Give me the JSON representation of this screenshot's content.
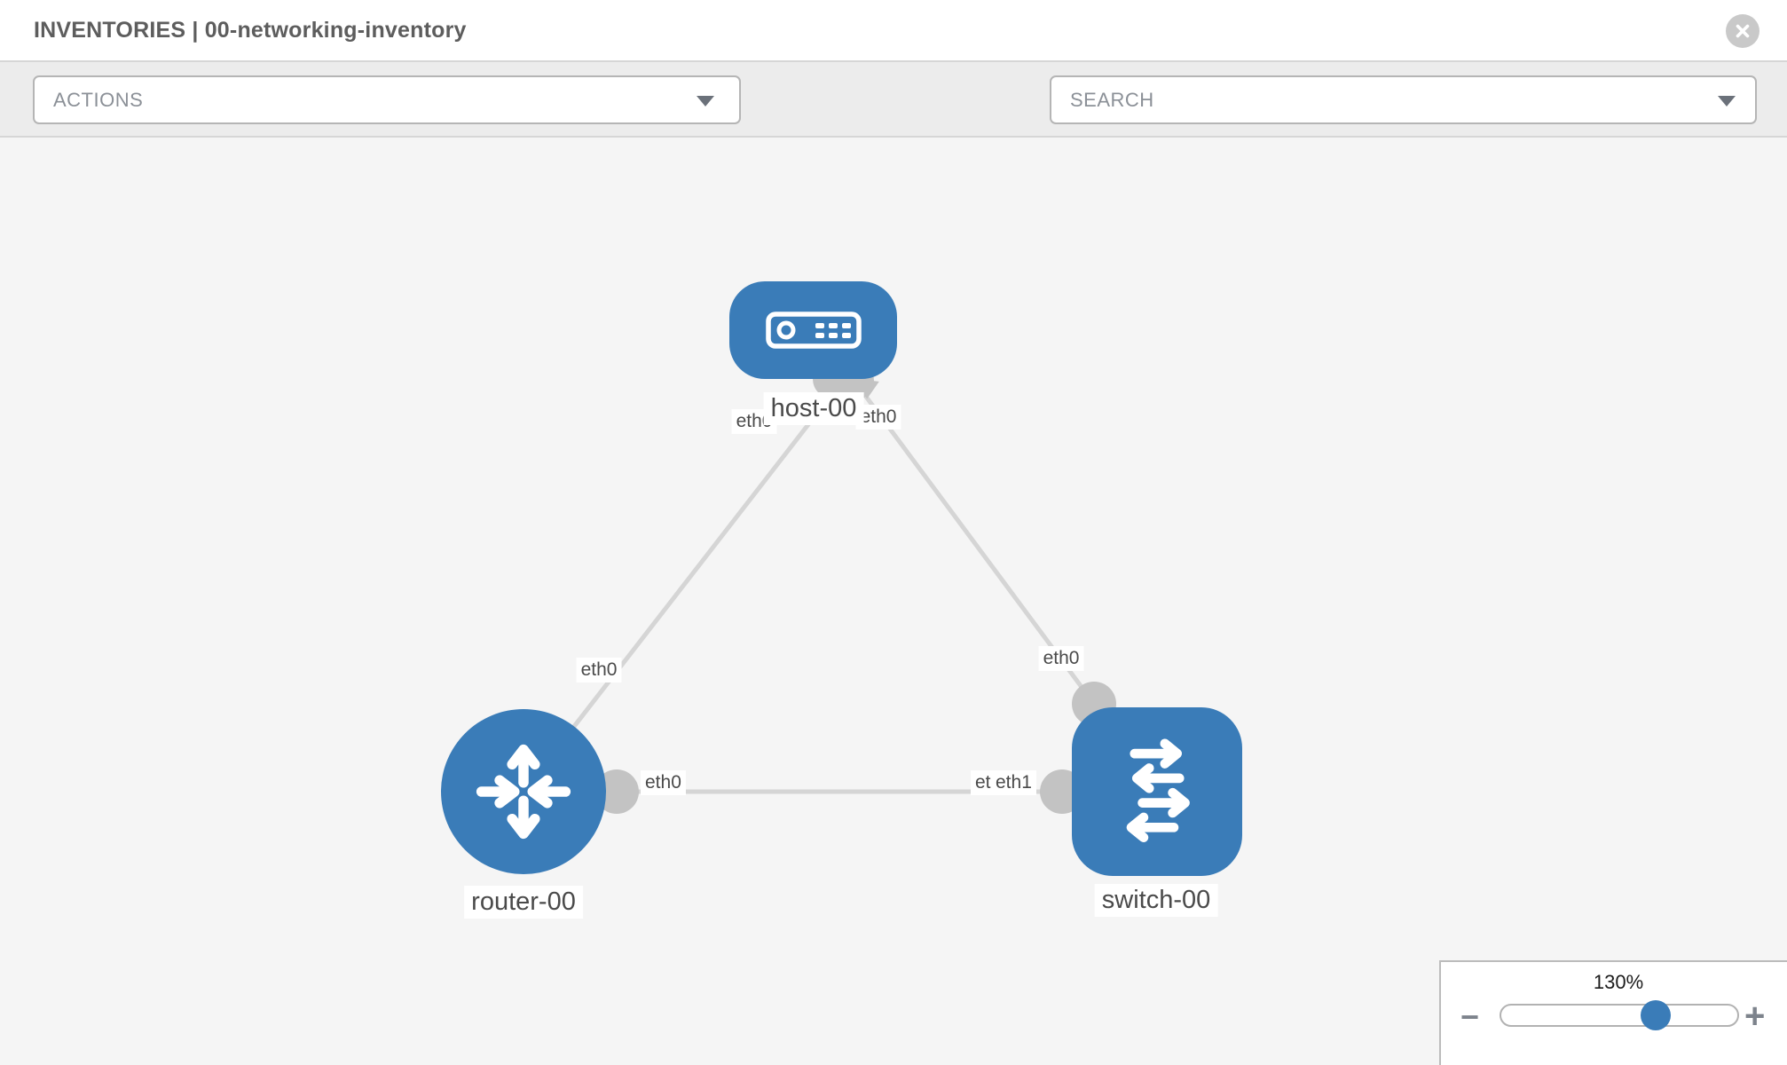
{
  "header": {
    "title": "INVENTORIES | 00-networking-inventory"
  },
  "toolbar": {
    "actions_label": "ACTIONS",
    "search_label": "SEARCH"
  },
  "diagram": {
    "nodes": [
      {
        "id": "host-00",
        "label": "host-00",
        "type": "host"
      },
      {
        "id": "router-00",
        "label": "router-00",
        "type": "router"
      },
      {
        "id": "switch-00",
        "label": "switch-00",
        "type": "switch"
      }
    ],
    "links": [
      {
        "from": "host-00",
        "to": "router-00",
        "from_label": "eth0",
        "to_label": "eth0"
      },
      {
        "from": "host-00",
        "to": "switch-00",
        "from_label": "eth0",
        "to_label": "eth0"
      },
      {
        "from": "router-00",
        "to": "switch-00",
        "from_label": "eth0",
        "to_label": "eth1",
        "to_label_overlapped": "eth1"
      }
    ]
  },
  "zoom_control": {
    "level": "130%",
    "minus": "−",
    "plus": "+"
  },
  "colors": {
    "accent": "#3a7cb8",
    "node_fill": "#3a7cb8",
    "link": "#d5d5d5",
    "port": "#c3c3c3"
  }
}
